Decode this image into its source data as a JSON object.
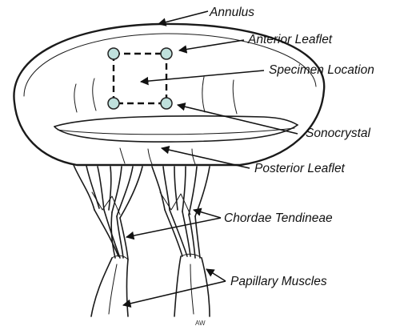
{
  "labels": {
    "annulus": "Annulus",
    "anterior_leaflet": "Anterior Leaflet",
    "specimen_location": "Specimen Location",
    "sonocrystal": "Sonocrystal",
    "posterior_leaflet": "Posterior Leaflet",
    "chordae_tendineae": "Chordae Tendineae",
    "papillary_muscles": "Papillary Muscles"
  },
  "colors": {
    "sonocrystal_fill": "#bfe0dc",
    "ink": "#1a1a1a"
  }
}
